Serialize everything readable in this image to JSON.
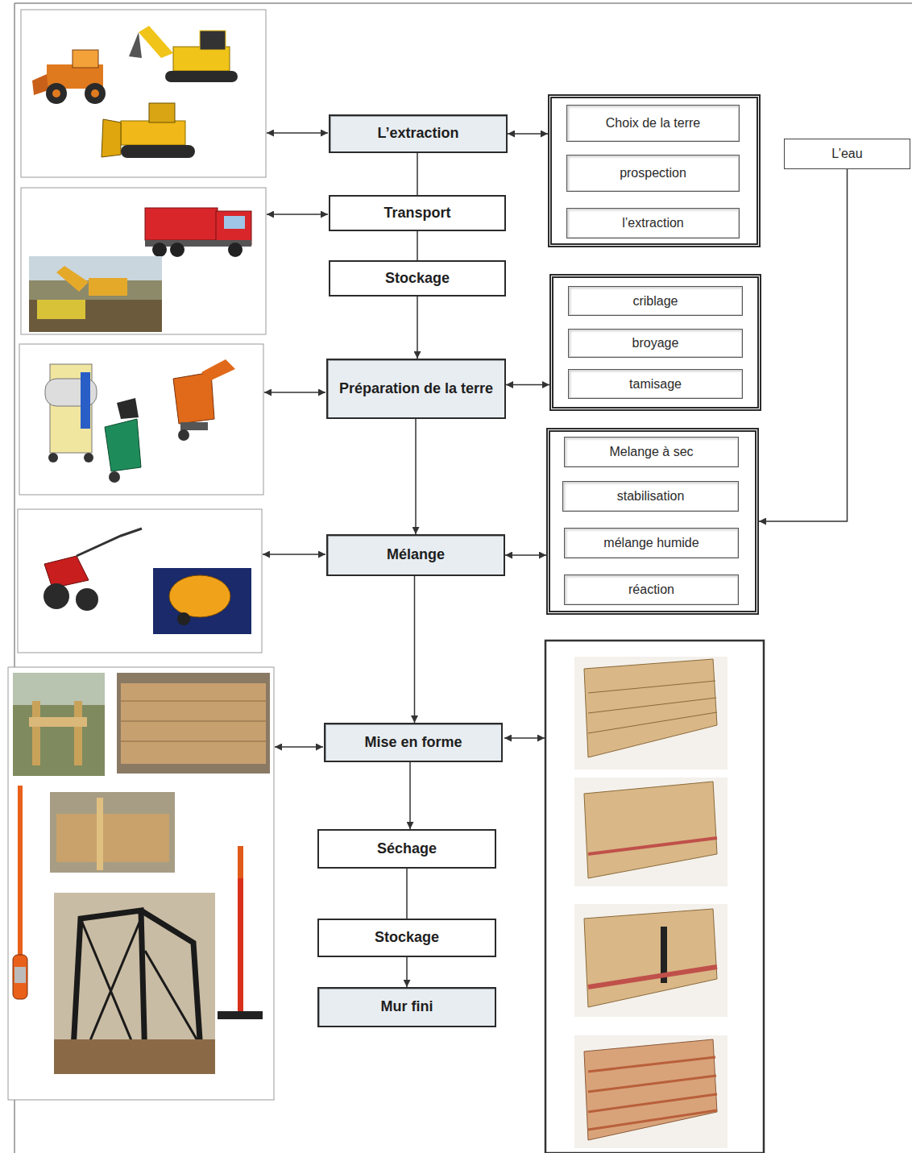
{
  "diagram": {
    "nodes": [
      {
        "text": [
          "L’extraction"
        ]
      },
      {
        "text": []
      },
      {
        "text": [
          "Choix de la terre"
        ],
        "in": 1
      },
      {
        "text": [
          "prospection"
        ],
        "in": 1
      },
      {
        "text": [
          "l’extraction"
        ],
        "in": 1
      },
      {
        "text": [
          "L’eau"
        ]
      },
      {
        "text": [
          "Transport"
        ]
      },
      {
        "text": [
          "Stockage"
        ]
      },
      {
        "text": [
          "Préparation de la terre"
        ]
      },
      {
        "text": []
      },
      {
        "text": [
          "criblage"
        ],
        "in": 9
      },
      {
        "text": [
          "broyage"
        ],
        "in": 9
      },
      {
        "text": [
          "tamisage"
        ],
        "in": 9
      },
      {
        "text": [
          "Mélange"
        ]
      },
      {
        "text": []
      },
      {
        "text": [
          "Melange à sec"
        ],
        "in": 14
      },
      {
        "text": [
          "stabilisation"
        ],
        "in": 14
      },
      {
        "text": [
          "mélange humide"
        ],
        "in": 14
      },
      {
        "text": [
          "réaction"
        ],
        "in": 14
      },
      {
        "text": [
          "Mise en forme"
        ]
      },
      {
        "text": [
          "Séchage"
        ]
      },
      {
        "text": [
          "Stockage"
        ]
      },
      {
        "text": [
          "Mur fini"
        ]
      }
    ],
    "edges": [
      {
        "from": 0,
        "to": 1,
        "arrow": "both"
      },
      {
        "from": 2,
        "to": 3,
        "arrow": "to"
      },
      {
        "from": 3,
        "to": 4,
        "arrow": "to"
      },
      {
        "from": 0,
        "to": 6,
        "arrow": "none"
      },
      {
        "from": 6,
        "to": 7,
        "arrow": "none"
      },
      {
        "from": 7,
        "to": 8,
        "arrow": "to"
      },
      {
        "from": 8,
        "to": 9,
        "arrow": "both"
      },
      {
        "from": 10,
        "to": 11,
        "arrow": "to"
      },
      {
        "from": 11,
        "to": 12,
        "arrow": "to"
      },
      {
        "from": 8,
        "to": 13,
        "arrow": "to"
      },
      {
        "from": 13,
        "to": 14,
        "arrow": "both"
      },
      {
        "from": 15,
        "to": 16,
        "arrow": "to"
      },
      {
        "from": 16,
        "to": 17,
        "arrow": "to"
      },
      {
        "from": 17,
        "to": 18,
        "arrow": "to"
      },
      {
        "from": 5,
        "to": 14,
        "arrow": "to"
      },
      {
        "from": 13,
        "to": 19,
        "arrow": "to"
      },
      {
        "from": 19,
        "to": 20,
        "arrow": "to"
      },
      {
        "from": 20,
        "to": 21,
        "arrow": "none"
      },
      {
        "from": 21,
        "to": 22,
        "arrow": "to"
      }
    ]
  }
}
